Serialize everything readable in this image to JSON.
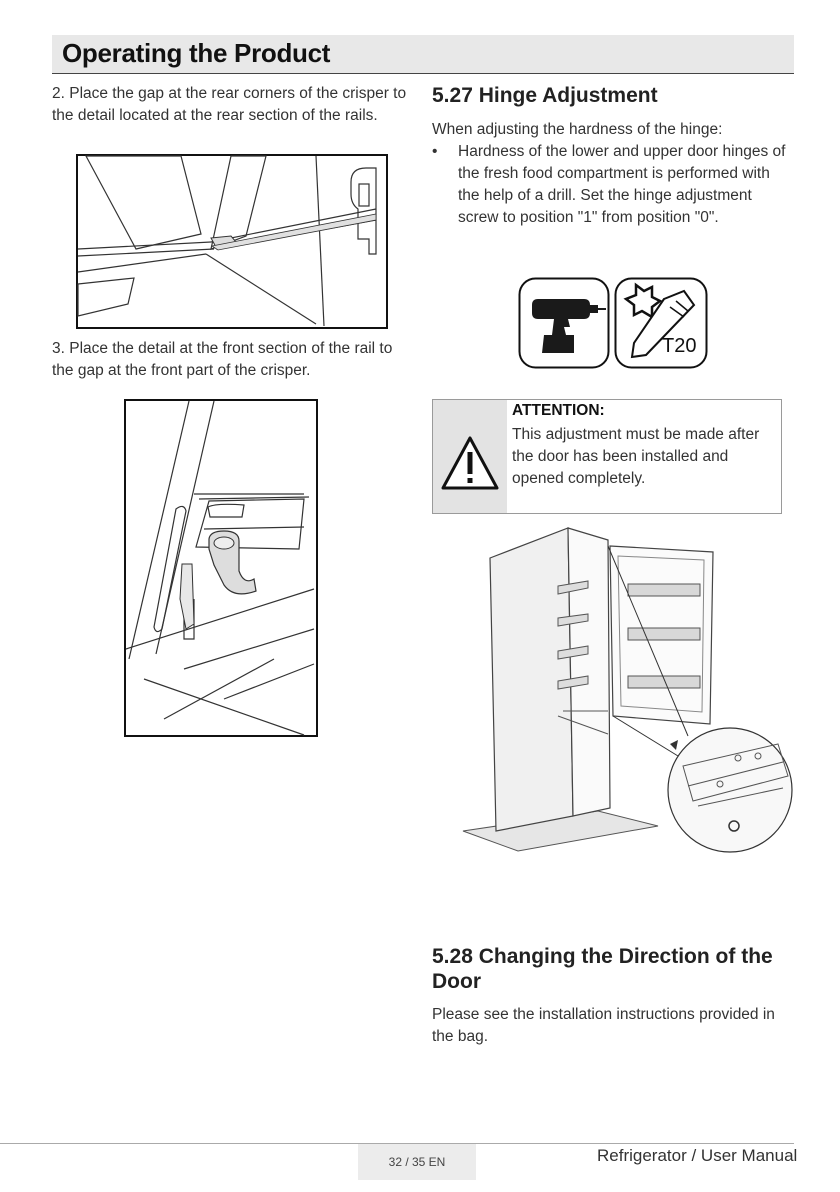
{
  "header": {
    "title": "Operating the Product"
  },
  "left": {
    "step2": "2. Place the gap at the rear corners of the crisper to the detail located at the rear section of the rails.",
    "step3": "3. Place the detail at the front section of the rail to the gap at the front part of the crisper."
  },
  "hinge": {
    "heading": "5.27 Hinge Adjustment",
    "intro": "When adjusting the hardness of the hinge:",
    "bullet_symbol": "•",
    "bullet": "Hardness of the lower and upper door hinges of the fresh food compartment is performed with the help of a drill. Set the hinge adjustment screw to position \"1\" from position \"0\".",
    "tool_label": "T20"
  },
  "attention": {
    "title": "ATTENTION:",
    "body": "This adjustment must be made after the door has been installed and opened completely."
  },
  "door": {
    "heading": "5.28 Changing the Direction of the Door",
    "text": "Please see the installation instructions provided in the bag."
  },
  "footer": {
    "page": "32 / 35 EN",
    "doc_title": "Refrigerator / User Manual"
  }
}
